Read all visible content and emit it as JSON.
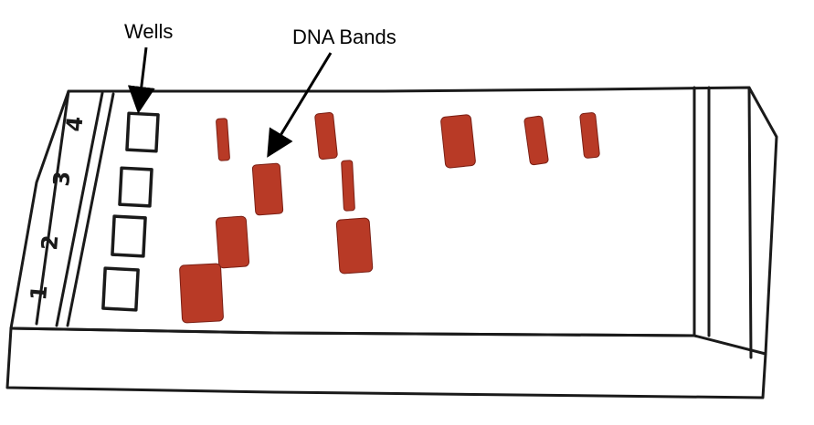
{
  "labels": {
    "wells": "Wells",
    "dna_bands": "DNA Bands"
  },
  "lane_numbers": [
    "1",
    "2",
    "3",
    "4"
  ],
  "colors": {
    "band": "#b83a26",
    "ink": "#1a1a1a",
    "background": "#ffffff"
  }
}
